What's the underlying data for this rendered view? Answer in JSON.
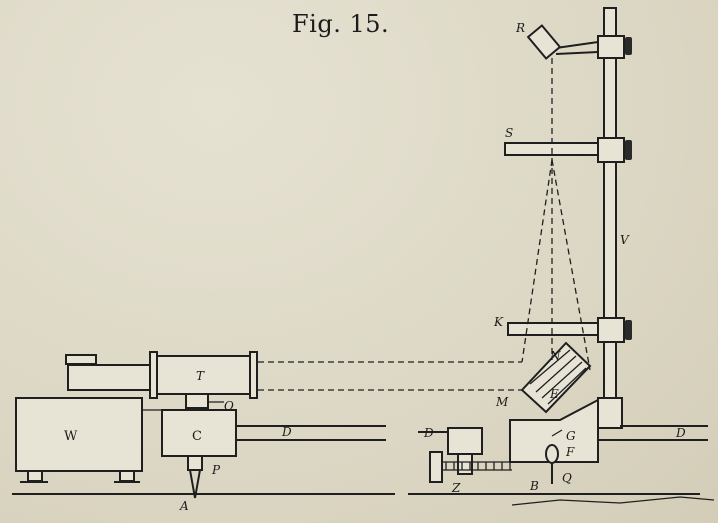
{
  "figure": {
    "title": "Fig. 15."
  },
  "labels": {
    "R": "R",
    "S": "S",
    "V": "V",
    "K": "K",
    "N": "N",
    "M": "M",
    "E": "E",
    "G": "G",
    "F": "F",
    "Q": "Q",
    "B": "B",
    "Z": "Z",
    "D1": "D",
    "D2": "D",
    "D3": "D",
    "T": "T",
    "W": "W",
    "C": "C",
    "O": "O",
    "P": "P",
    "A": "A"
  },
  "colors": {
    "paper": "#ddd8c6",
    "ink": "#1f1f1f"
  }
}
